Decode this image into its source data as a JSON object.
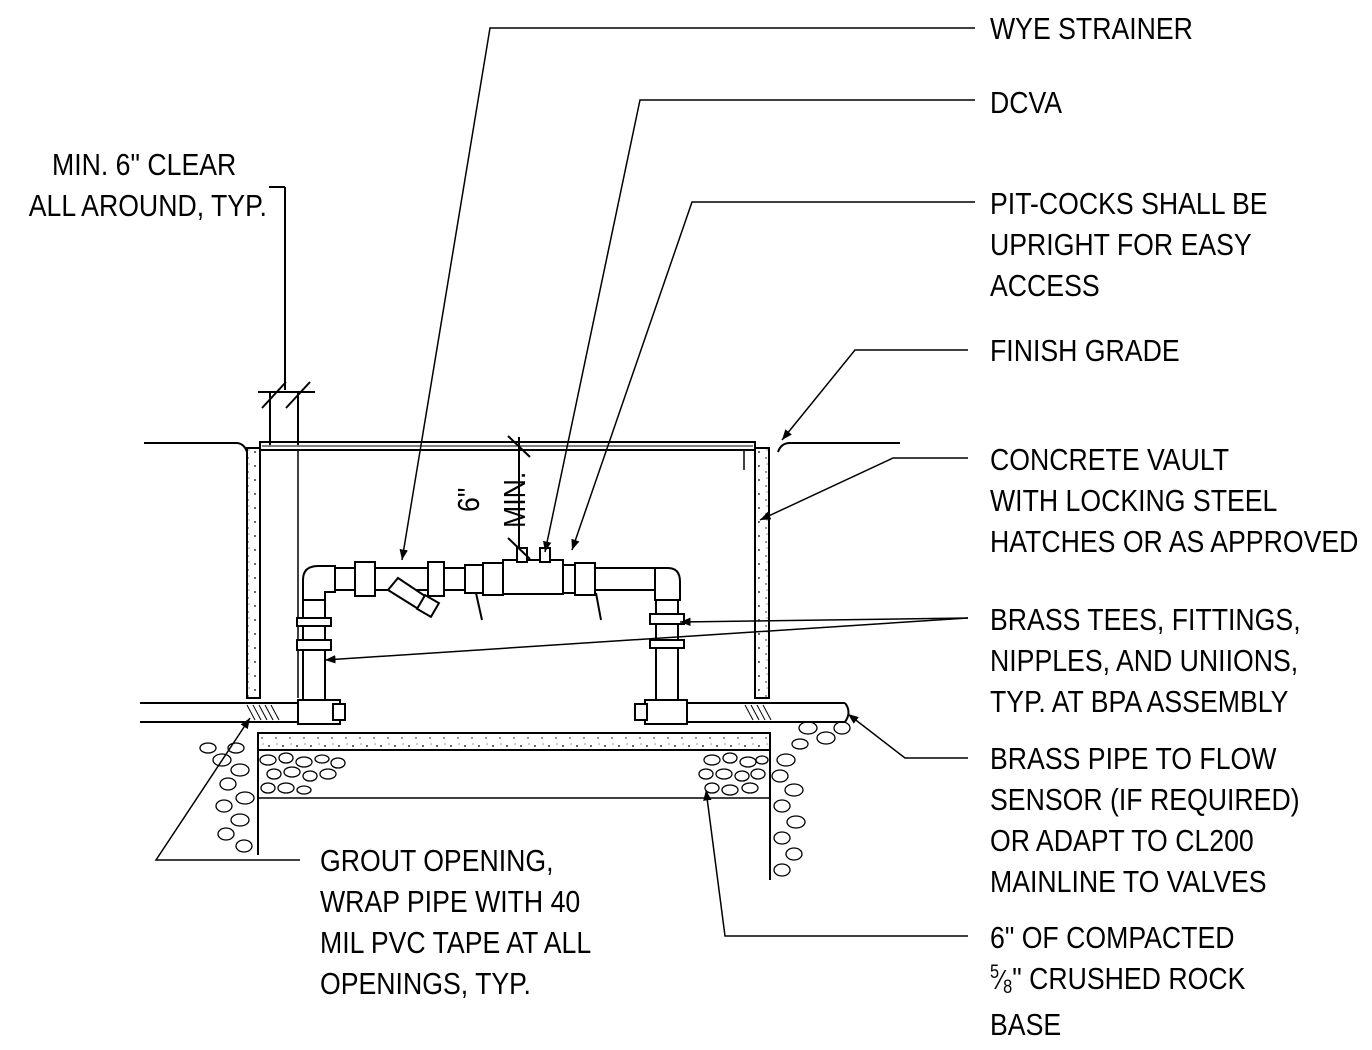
{
  "labels": {
    "wye_strainer": "WYE STRAINER",
    "dcva": "DCVA",
    "pit_cocks": [
      "PIT-COCKS SHALL BE",
      "UPRIGHT FOR EASY",
      "ACCESS"
    ],
    "finish_grade": "FINISH GRADE",
    "concrete_vault": [
      "CONCRETE VAULT",
      "WITH LOCKING STEEL",
      "HATCHES OR AS APPROVED"
    ],
    "brass_tees": [
      "BRASS TEES, FITTINGS,",
      "NIPPLES, AND UNIIONS,",
      "TYP. AT BPA ASSEMBLY"
    ],
    "brass_pipe": [
      "BRASS PIPE TO FLOW",
      "SENSOR (IF REQUIRED)",
      "OR ADAPT TO CL200",
      "MAINLINE TO VALVES"
    ],
    "compacted_rock": {
      "line1": "6\" OF COMPACTED",
      "frac_num": "5",
      "frac_slash": "⁄",
      "frac_den": "8",
      "line2_rest": "\" CRUSHED ROCK",
      "line3": "BASE"
    },
    "grout_opening": [
      "GROUT OPENING,",
      "WRAP PIPE WITH 40",
      "MIL PVC TAPE AT ALL",
      "OPENINGS, TYP."
    ],
    "min_clear": [
      "MIN. 6\" CLEAR",
      "ALL AROUND, TYP."
    ],
    "six_inch": "6\"",
    "min_dim": "MIN."
  },
  "colors": {
    "ink": "#000000",
    "paper": "#ffffff"
  }
}
